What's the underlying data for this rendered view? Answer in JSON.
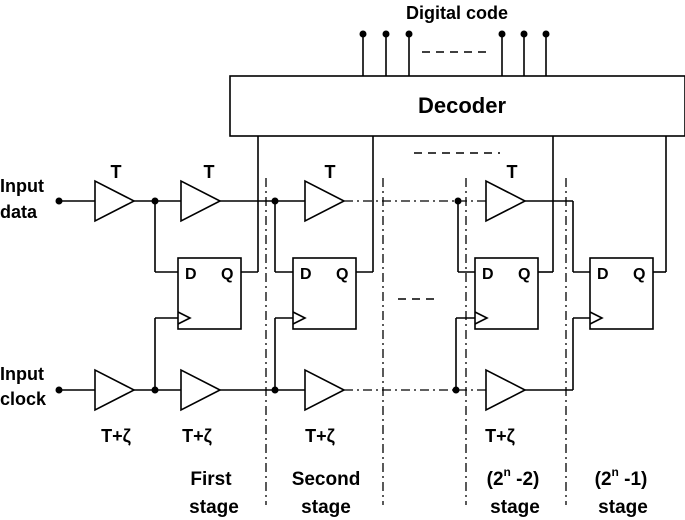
{
  "diagram": {
    "digital_code_label": "Digital code",
    "decoder_label": "Decoder",
    "input_data_line1": "Input",
    "input_data_line2": "data",
    "input_clock_line1": "Input",
    "input_clock_line2": "clock",
    "data_buffer_delay": "T",
    "clock_buffer_delay": "T+ζ",
    "ff_d_label": "D",
    "ff_q_label": "Q",
    "stages": [
      {
        "line1": "First",
        "line2": "stage"
      },
      {
        "line1": "Second",
        "line2": "stage"
      },
      {
        "line1_pre": "(2",
        "sup": "n",
        "line1_post": " -2)",
        "line2": "stage"
      },
      {
        "line1_pre": "(2",
        "sup": "n",
        "line1_post": " -1)",
        "line2": "stage"
      }
    ]
  }
}
